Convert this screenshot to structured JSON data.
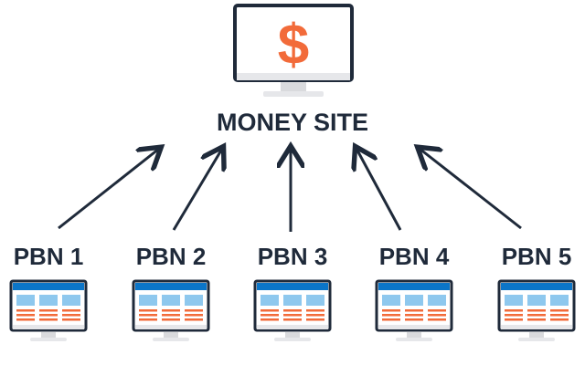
{
  "money_site": {
    "label": "MONEY SITE",
    "icon": "dollar-sign-icon",
    "symbol": "$"
  },
  "pbns": [
    {
      "label": "PBN 1"
    },
    {
      "label": "PBN 2"
    },
    {
      "label": "PBN 3"
    },
    {
      "label": "PBN 4"
    },
    {
      "label": "PBN 5"
    }
  ],
  "colors": {
    "monitor_outline": "#1f2a3a",
    "monitor_screen": "#ffffff",
    "stand": "#e6e7ea",
    "accent_orange": "#f26b3a",
    "pbn_header": "#0b75c8",
    "pbn_tile": "#8ec8ee",
    "text": "#1f2a3a",
    "arrow": "#1f2a3a"
  }
}
